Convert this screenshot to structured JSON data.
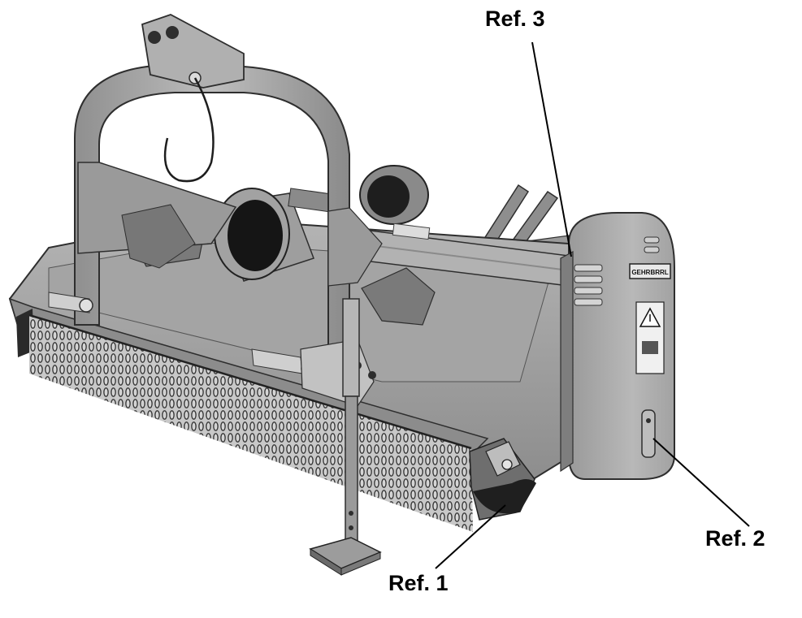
{
  "callouts": {
    "ref1": "Ref. 1",
    "ref2": "Ref. 2",
    "ref3": "Ref. 3"
  },
  "brand_plate": "GEHRBRRL",
  "colors": {
    "background": "#ffffff",
    "body_metal": "#a9a9a9",
    "body_shadow": "#7b7b7b",
    "dark": "#2e2e2e",
    "chain": "#d0d0d0",
    "leader": "#000000"
  },
  "icons": {
    "warning_decal": "warning-triangle-icon"
  }
}
